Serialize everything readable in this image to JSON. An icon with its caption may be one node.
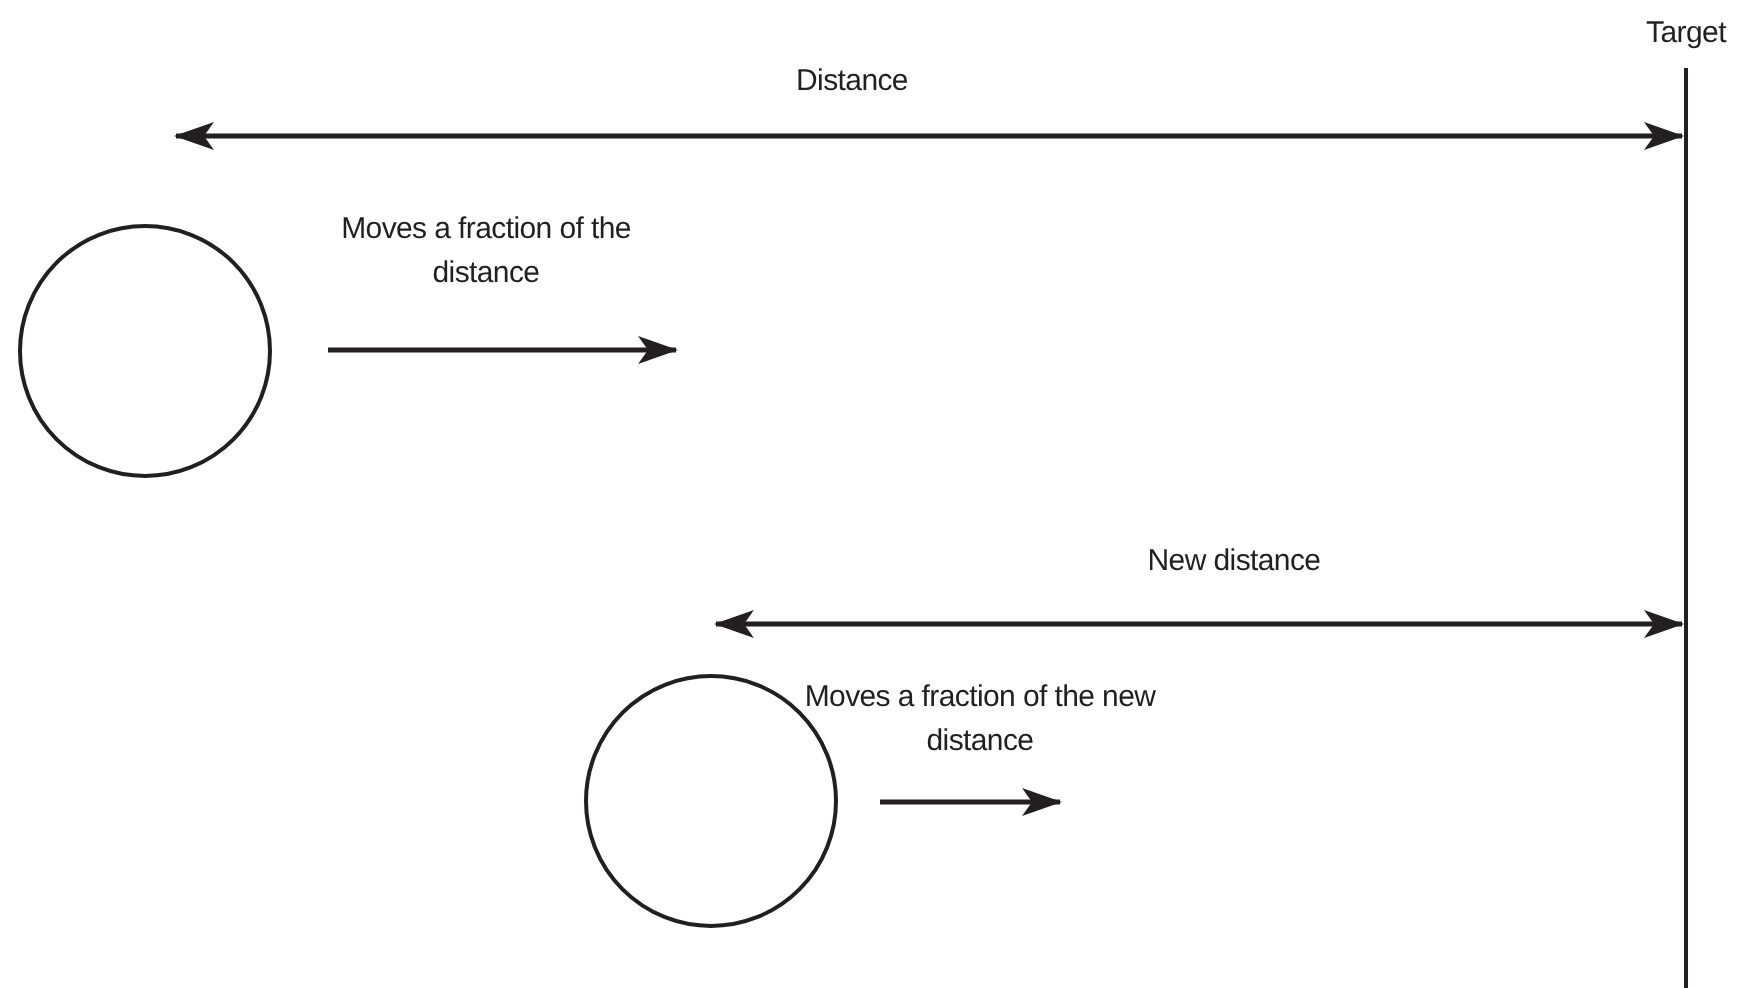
{
  "diagram": {
    "nodes": [
      {
        "text": [
          "Target"
        ]
      },
      {
        "text": [],
        "shape": "circle"
      },
      {
        "text": [],
        "shape": "circle"
      }
    ],
    "labels": [
      "Distance",
      "Moves a fraction of the distance",
      "New distance",
      "Moves a fraction of the new distance"
    ]
  }
}
